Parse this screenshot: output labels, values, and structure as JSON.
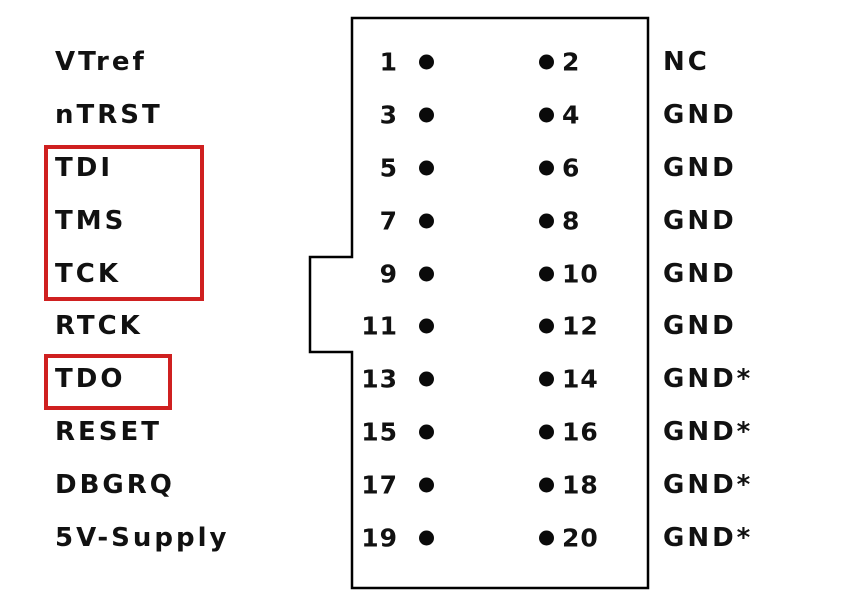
{
  "connector": {
    "highlight_color": "#cf2020",
    "outline_color": "#000000",
    "dot_color": "#0a0a0a",
    "highlighted_signals": [
      "TDI",
      "TMS",
      "TCK",
      "TDO"
    ],
    "rows": [
      {
        "left_label": "VTref",
        "left_pin": "1",
        "right_pin": "2",
        "right_label": "NC"
      },
      {
        "left_label": "nTRST",
        "left_pin": "3",
        "right_pin": "4",
        "right_label": "GND"
      },
      {
        "left_label": "TDI",
        "left_pin": "5",
        "right_pin": "6",
        "right_label": "GND"
      },
      {
        "left_label": "TMS",
        "left_pin": "7",
        "right_pin": "8",
        "right_label": "GND"
      },
      {
        "left_label": "TCK",
        "left_pin": "9",
        "right_pin": "10",
        "right_label": "GND"
      },
      {
        "left_label": "RTCK",
        "left_pin": "11",
        "right_pin": "12",
        "right_label": "GND"
      },
      {
        "left_label": "TDO",
        "left_pin": "13",
        "right_pin": "14",
        "right_label": "GND*"
      },
      {
        "left_label": "RESET",
        "left_pin": "15",
        "right_pin": "16",
        "right_label": "GND*"
      },
      {
        "left_label": "DBGRQ",
        "left_pin": "17",
        "right_pin": "18",
        "right_label": "GND*"
      },
      {
        "left_label": "5V-Supply",
        "left_pin": "19",
        "right_pin": "20",
        "right_label": "GND*"
      }
    ]
  }
}
